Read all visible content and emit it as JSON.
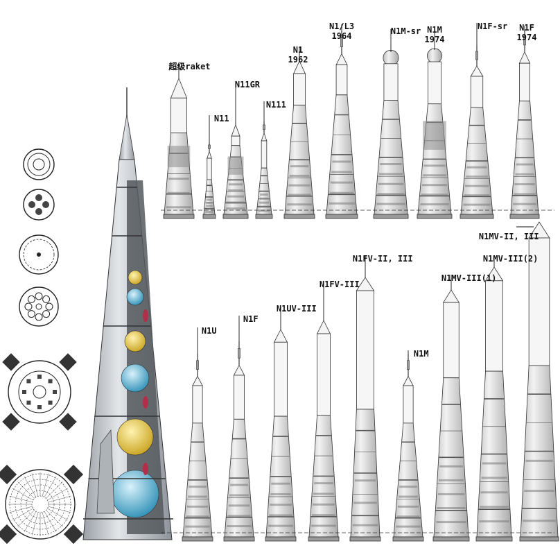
{
  "top_row": [
    {
      "name": "超级raket",
      "year": ""
    },
    {
      "name": "N11",
      "year": ""
    },
    {
      "name": "N11GR",
      "year": ""
    },
    {
      "name": "N111",
      "year": ""
    },
    {
      "name": "N1",
      "year": "1962"
    },
    {
      "name": "N1/L3",
      "year": "1964"
    },
    {
      "name": "N1M-sr",
      "year": ""
    },
    {
      "name": "N1M",
      "year": "1974"
    },
    {
      "name": "N1F-sr",
      "year": ""
    },
    {
      "name": "N1F",
      "year": "1974"
    }
  ],
  "bottom_row": [
    {
      "name": "N1U"
    },
    {
      "name": "N1F"
    },
    {
      "name": "N1UV-III"
    },
    {
      "name": "N1FV-III"
    },
    {
      "name": "N1FV-II, III"
    },
    {
      "name": "N1M"
    },
    {
      "name": "N1MV-III(1)"
    },
    {
      "name": "N1MV-III(2)"
    },
    {
      "name": "N1MV-II, III"
    }
  ],
  "colors": {
    "body": "#e6e6e6",
    "outline": "#333333",
    "dark_band": "#8c8c8c",
    "tank_yellow": "#e8c84a",
    "tank_blue": "#5fb7d6",
    "tank_red": "#b0304a",
    "stage": "#c9cdd2"
  }
}
